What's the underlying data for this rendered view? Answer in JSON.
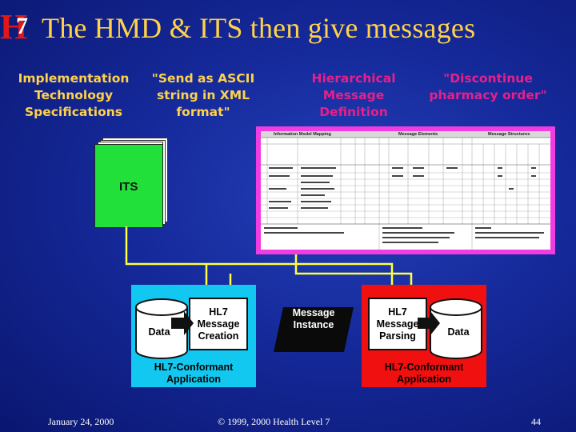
{
  "slide": {
    "logo_text": "HL7",
    "title": "The HMD & ITS then give messages"
  },
  "headers": {
    "its_spec": "Implementation\nTechnology\nSpecifications",
    "ascii": "\"Send as ASCII\nstring in XML\nformat\"",
    "hmd": "Hierarchical\nMessage\nDefinition",
    "discontinue": "\"Discontinue\npharmacy order\""
  },
  "its_label": "ITS",
  "model_table": {
    "header_left": "Information Model Mapping",
    "header_mid": "Message Elements",
    "header_right": "Message Structures"
  },
  "left_app": {
    "data": "Data",
    "creation": "HL7\nMessage\nCreation",
    "label": "HL7-Conformant\nApplication"
  },
  "message_instance": "Message\nInstance",
  "right_app": {
    "parsing": "HL7\nMessage\nParsing",
    "data": "Data",
    "label": "HL7-Conformant\nApplication"
  },
  "footer": {
    "date": "January 24, 2000",
    "copyright": "© 1999, 2000 Health Level 7",
    "page": "44"
  },
  "colors": {
    "title": "#ffd24a",
    "magenta": "#e6208a",
    "its_green": "#22e03a",
    "model_border": "#f03ce0",
    "cyan_app": "#13c8f0",
    "red_app": "#f01010",
    "connector": "#ffff40"
  }
}
